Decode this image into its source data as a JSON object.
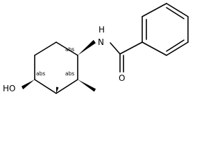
{
  "molecule": {
    "atom_labels": {
      "hydroxyl": "HO",
      "amide_nitrogen": "N",
      "amide_hydrogen": "H",
      "carbonyl_oxygen": "O"
    },
    "stereo_labels": {
      "c_nitrogen": "abs",
      "c_hydroxyl": "abs",
      "c_methyl": "abs"
    },
    "colors": {
      "bond": "#000000",
      "text": "#000000",
      "background": "#ffffff"
    }
  }
}
